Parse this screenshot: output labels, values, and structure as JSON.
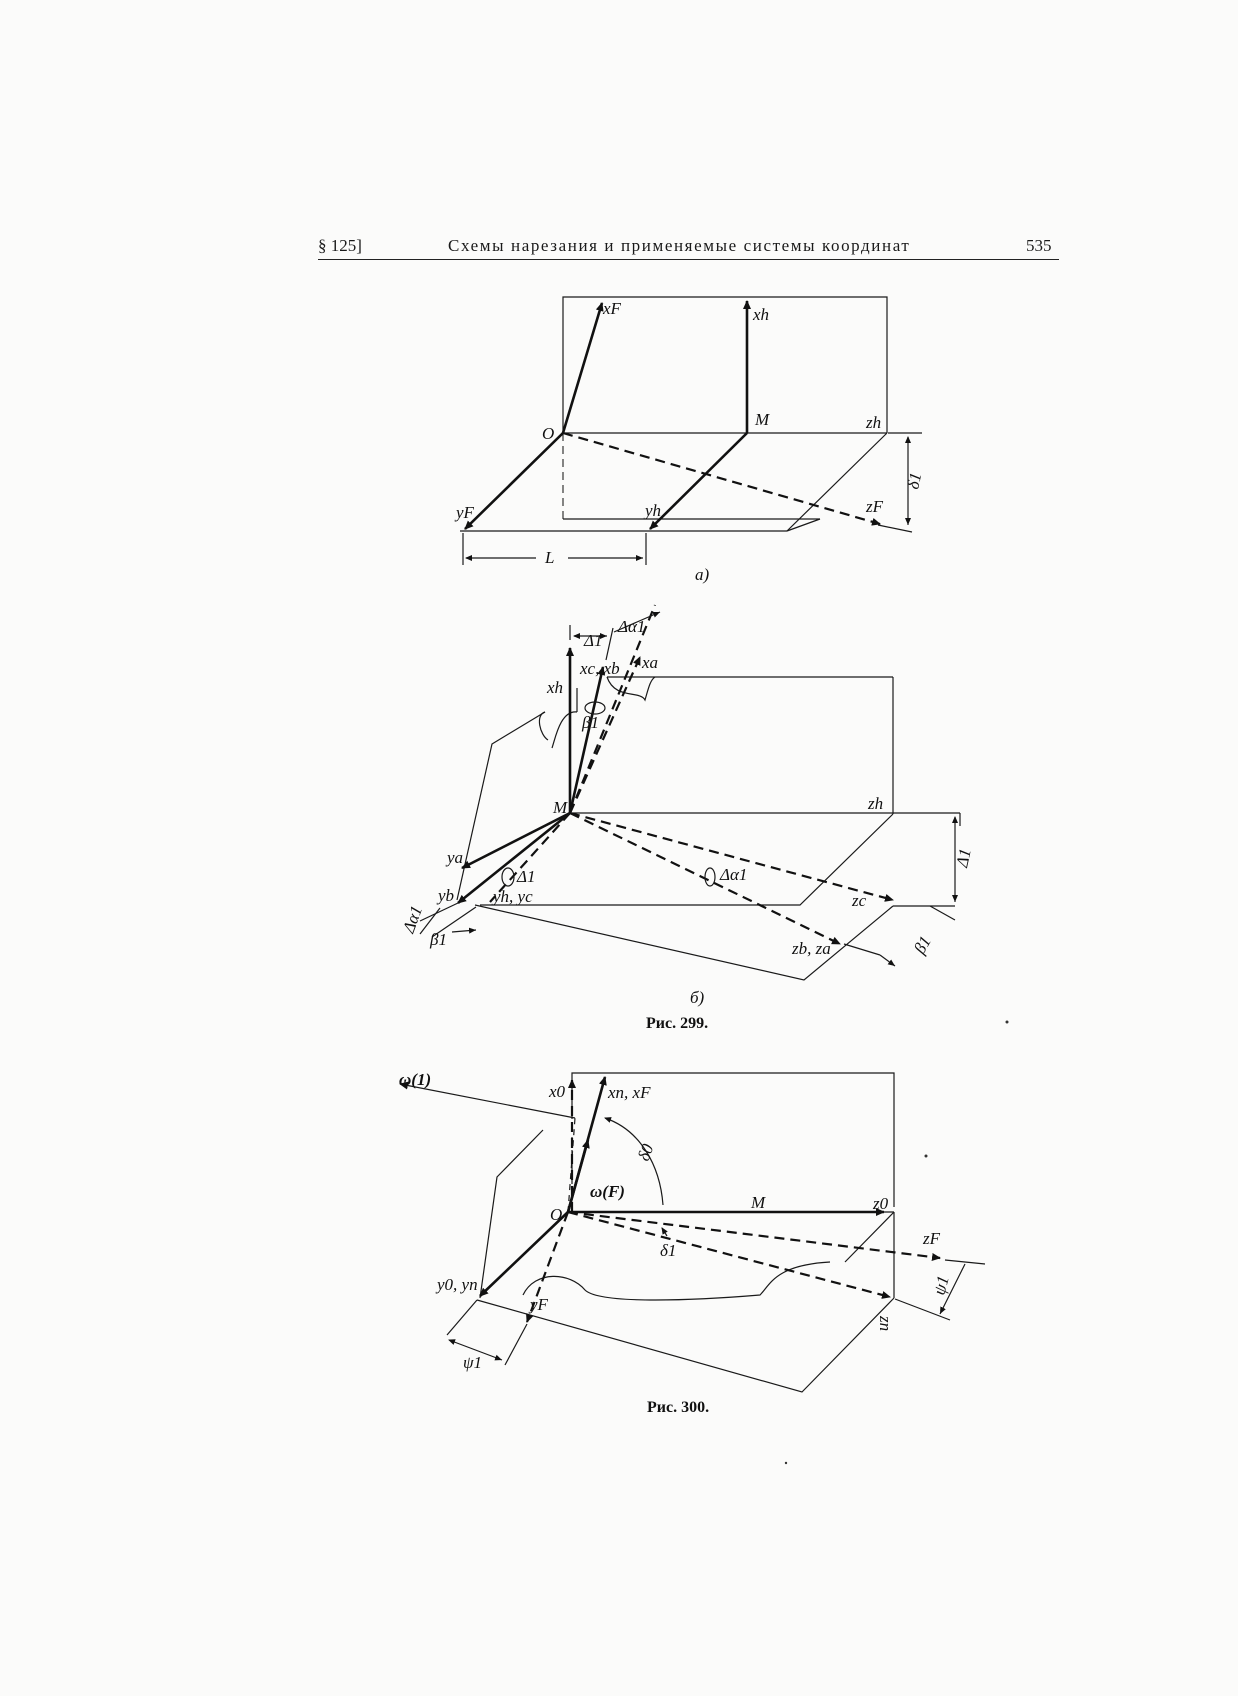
{
  "header": {
    "section": "§ 125]",
    "title": "Схемы нарезания и применяемые системы координат",
    "page_number": "535"
  },
  "figure_299": {
    "part_a": {
      "labels": {
        "xF": "xF",
        "xh": "xh",
        "O": "O",
        "M": "M",
        "zh": "zh",
        "zF": "zF",
        "yF": "yF",
        "yh": "yh",
        "L": "L",
        "delta1": "δ1"
      },
      "sublabel": "a)"
    },
    "part_b": {
      "labels": {
        "Delta1_top": "Δ1",
        "dalpha1_top": "Δα1",
        "xcxb": "xc, xb",
        "xa": "xa",
        "xh": "xh",
        "beta1_up": "β1",
        "M": "M",
        "zh": "zh",
        "ya": "ya",
        "yb": "yb",
        "Delta1_low": "Δ1",
        "yhyc": "yh, yc",
        "dalpha1_mid": "Δα1",
        "zc": "zc",
        "zbza": "zb, za",
        "Delta1_right": "Δ1",
        "beta1_right": "β1",
        "dalpha1_left": "Δα1",
        "beta1_left": "β1"
      },
      "sublabel": "б)"
    },
    "caption": "Рис. 299."
  },
  "figure_300": {
    "labels": {
      "omega1": "ω(1)",
      "x0": "x0",
      "xnxF": "xn, xF",
      "omegaF": "ω(F)",
      "delta0": "δ0",
      "O": "O",
      "M": "M",
      "z0": "z0",
      "zF": "zF",
      "delta1": "δ1",
      "y0yn": "y0, yn",
      "yF": "yF",
      "zn": "zn",
      "psi1_right": "ψ1",
      "psi1_left": "ψ1"
    },
    "caption": "Рис. 300."
  }
}
